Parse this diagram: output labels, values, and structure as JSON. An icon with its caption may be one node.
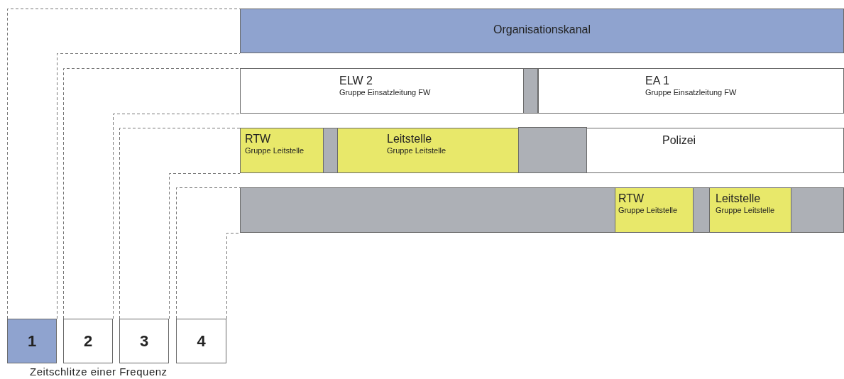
{
  "diagram": {
    "nodes": [
      {
        "text": [
          "Organisationskanal"
        ]
      },
      {
        "text": [
          "ELW 2",
          "Gruppe Einsatzleitung FW"
        ]
      },
      {
        "text": [],
        "shape": "bar"
      },
      {
        "text": [
          "EA 1",
          "Gruppe Einsatzleitung FW"
        ]
      },
      {
        "text": [
          "RTW",
          "Gruppe Leitstelle"
        ]
      },
      {
        "text": [],
        "shape": "bar"
      },
      {
        "text": [
          "Leitstelle",
          "Gruppe Leitstelle"
        ]
      },
      {
        "text": [],
        "shape": "bar"
      },
      {
        "text": [
          "Polizei"
        ]
      },
      {
        "text": [],
        "shape": "bar"
      },
      {
        "text": [
          "RTW",
          "Gruppe Leitstelle"
        ],
        "in": 9
      },
      {
        "text": [
          "Leitstelle",
          "Gruppe Leitstelle"
        ],
        "in": 9
      },
      {
        "text": [
          "1"
        ]
      },
      {
        "text": [
          "2"
        ]
      },
      {
        "text": [
          "3"
        ]
      },
      {
        "text": [
          "4"
        ]
      }
    ],
    "edges": [
      {
        "from": 12,
        "to": 0,
        "arrow": "none",
        "style": "dashed"
      },
      {
        "from": 12,
        "to": 0,
        "arrow": "none",
        "style": "dashed"
      },
      {
        "from": 13,
        "to": 1,
        "arrow": "none",
        "style": "dashed"
      },
      {
        "from": 13,
        "to": 1,
        "arrow": "none",
        "style": "dashed"
      },
      {
        "from": 14,
        "to": 4,
        "arrow": "none",
        "style": "dashed"
      },
      {
        "from": 14,
        "to": 4,
        "arrow": "none",
        "style": "dashed"
      },
      {
        "from": 15,
        "to": 9,
        "arrow": "none",
        "style": "dashed"
      },
      {
        "from": 15,
        "to": 9,
        "arrow": "none",
        "style": "dashed"
      }
    ],
    "labels": [
      "Zeitschlitze einer Frequenz"
    ]
  }
}
